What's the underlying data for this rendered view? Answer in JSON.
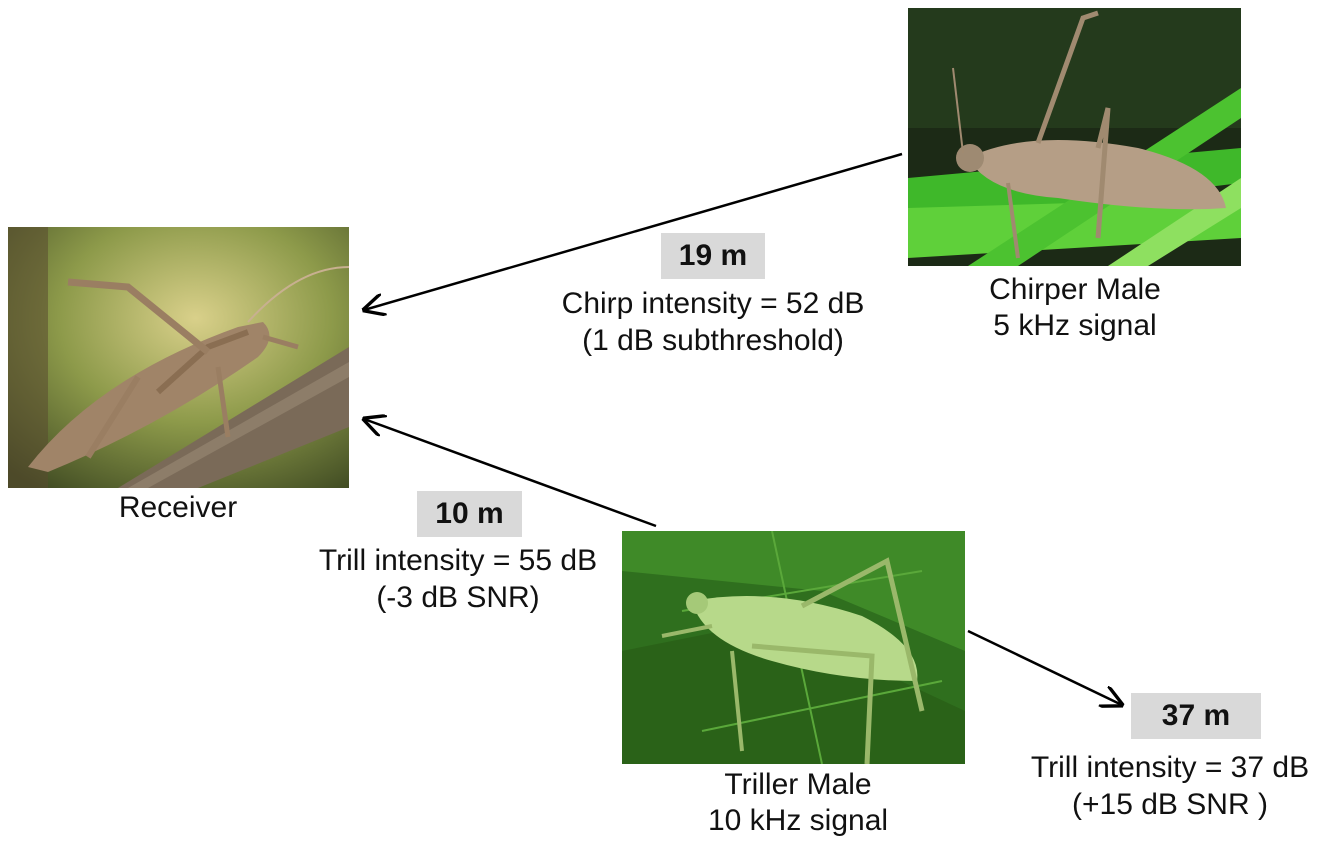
{
  "receiver": {
    "caption": "Receiver"
  },
  "chirper": {
    "caption_line1": "Chirper Male",
    "caption_line2": "5 kHz signal"
  },
  "triller": {
    "caption_line1": "Triller Male",
    "caption_line2": "10 kHz signal"
  },
  "link_chirper_receiver": {
    "distance": "19 m",
    "line1": "Chirp intensity = 52 dB",
    "line2": "(1 dB subthreshold)"
  },
  "link_triller_receiver": {
    "distance": "10 m",
    "line1": "Trill intensity = 55 dB",
    "line2": "(-3 dB SNR)"
  },
  "link_triller_far": {
    "distance": "37 m",
    "line1": "Trill intensity = 37 dB",
    "line2": "(+15 dB SNR )"
  },
  "colors": {
    "distance_box": "#d9d9d9",
    "arrow": "#000000"
  }
}
